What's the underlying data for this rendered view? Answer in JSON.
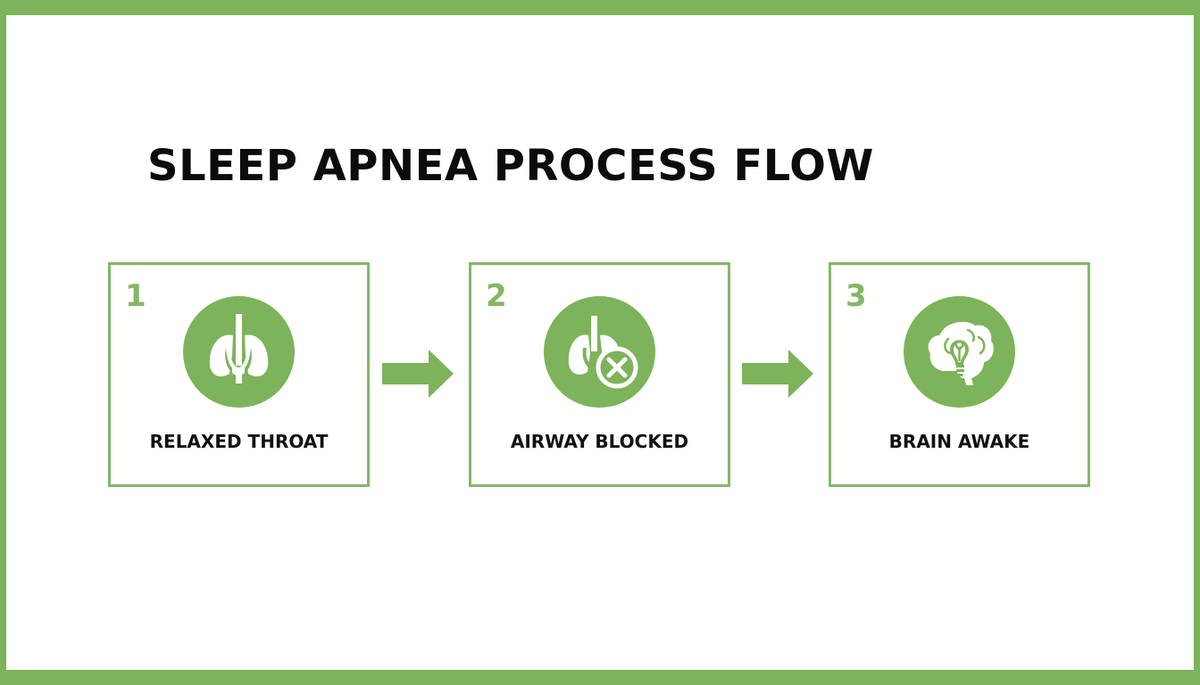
{
  "title": "SLEEP APNEA PROCESS FLOW",
  "colors": {
    "accent": "#7db35a",
    "box_border": "#84b765",
    "text": "#111111",
    "background": "#ffffff"
  },
  "steps": [
    {
      "number": "1",
      "label": "RELAXED THROAT",
      "icon": "throat-lungs-icon"
    },
    {
      "number": "2",
      "label": "AIRWAY BLOCKED",
      "icon": "blocked-airway-icon"
    },
    {
      "number": "3",
      "label": "BRAIN AWAKE",
      "icon": "brain-lightbulb-icon"
    }
  ],
  "connectors": [
    {
      "icon": "arrow-right-icon"
    },
    {
      "icon": "arrow-right-icon"
    }
  ]
}
